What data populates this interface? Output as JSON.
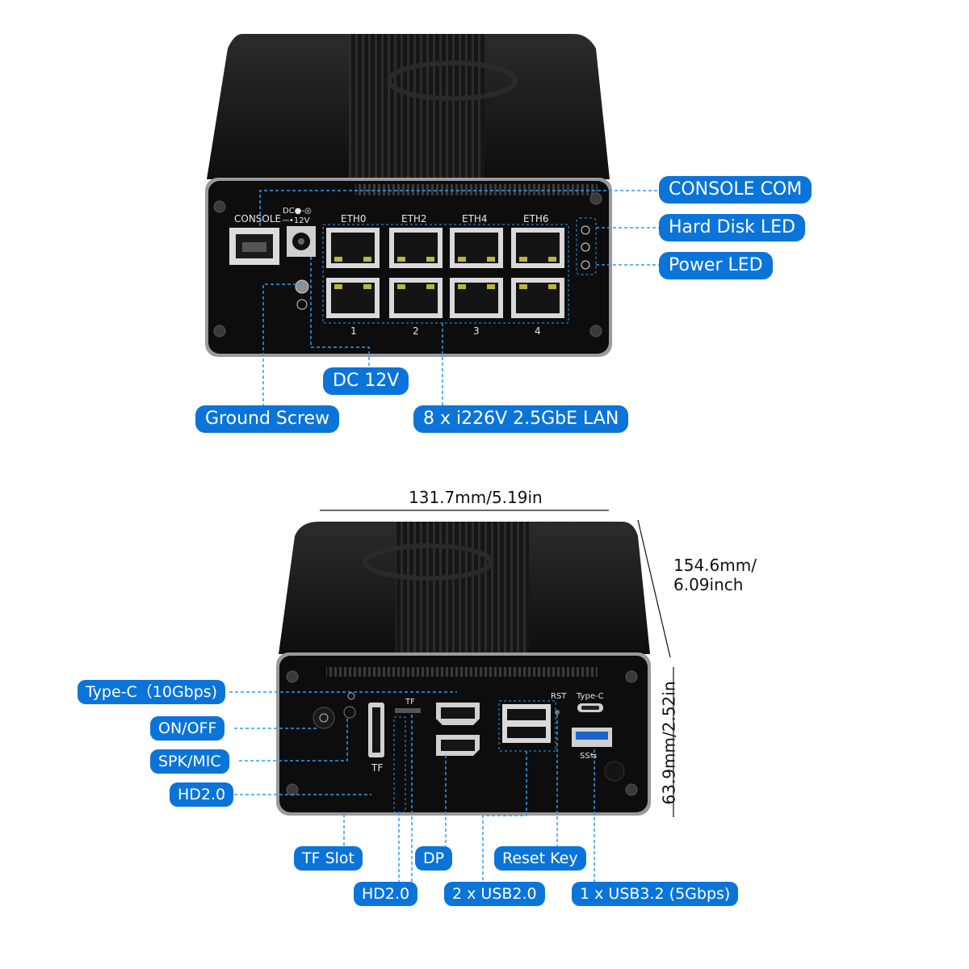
{
  "colors": {
    "label_bg": "#0b74d9",
    "label_text": "#ffffff",
    "leader_line": "#2a9df4",
    "device_body": "#1a1a1a",
    "panel": "#0c0c0c",
    "port_frame": "#d9d9d9"
  },
  "top_device": {
    "port_labels": {
      "console": "CONSOLE",
      "dc_top": "DC●-◎",
      "dc_bottom": "⎓•12V",
      "eth0": "ETH0",
      "eth2": "ETH2",
      "eth4": "ETH4",
      "eth6": "ETH6",
      "num1": "1",
      "num2": "2",
      "num3": "3",
      "num4": "4"
    },
    "callouts": {
      "console_com": "CONSOLE COM",
      "hard_disk_led": "Hard Disk LED",
      "power_led": "Power LED",
      "dc_12v": "DC 12V",
      "ground_screw": "Ground Screw",
      "lan": "8 x i226V 2.5GbE LAN"
    }
  },
  "bottom_device": {
    "port_labels": {
      "tf_top": "TF",
      "tf_side": "TF",
      "rst": "RST",
      "type_c": "Type-C",
      "ss": "SS⇆"
    },
    "dimensions": {
      "width": "131.7mm/5.19in",
      "depth_line1": "154.6mm/",
      "depth_line2": "6.09inch",
      "height": "63.9mm/2.52in"
    },
    "callouts": {
      "type_c": "Type-C（10Gbps)",
      "on_off": "ON/OFF",
      "spk_mic": "SPK/MIC",
      "hd20_left": "HD2.0",
      "tf_slot": "TF Slot",
      "dp": "DP",
      "reset_key": "Reset Key",
      "hd20_bottom": "HD2.0",
      "usb20": "2 x USB2.0",
      "usb32": "1 x USB3.2 (5Gbps)"
    }
  }
}
